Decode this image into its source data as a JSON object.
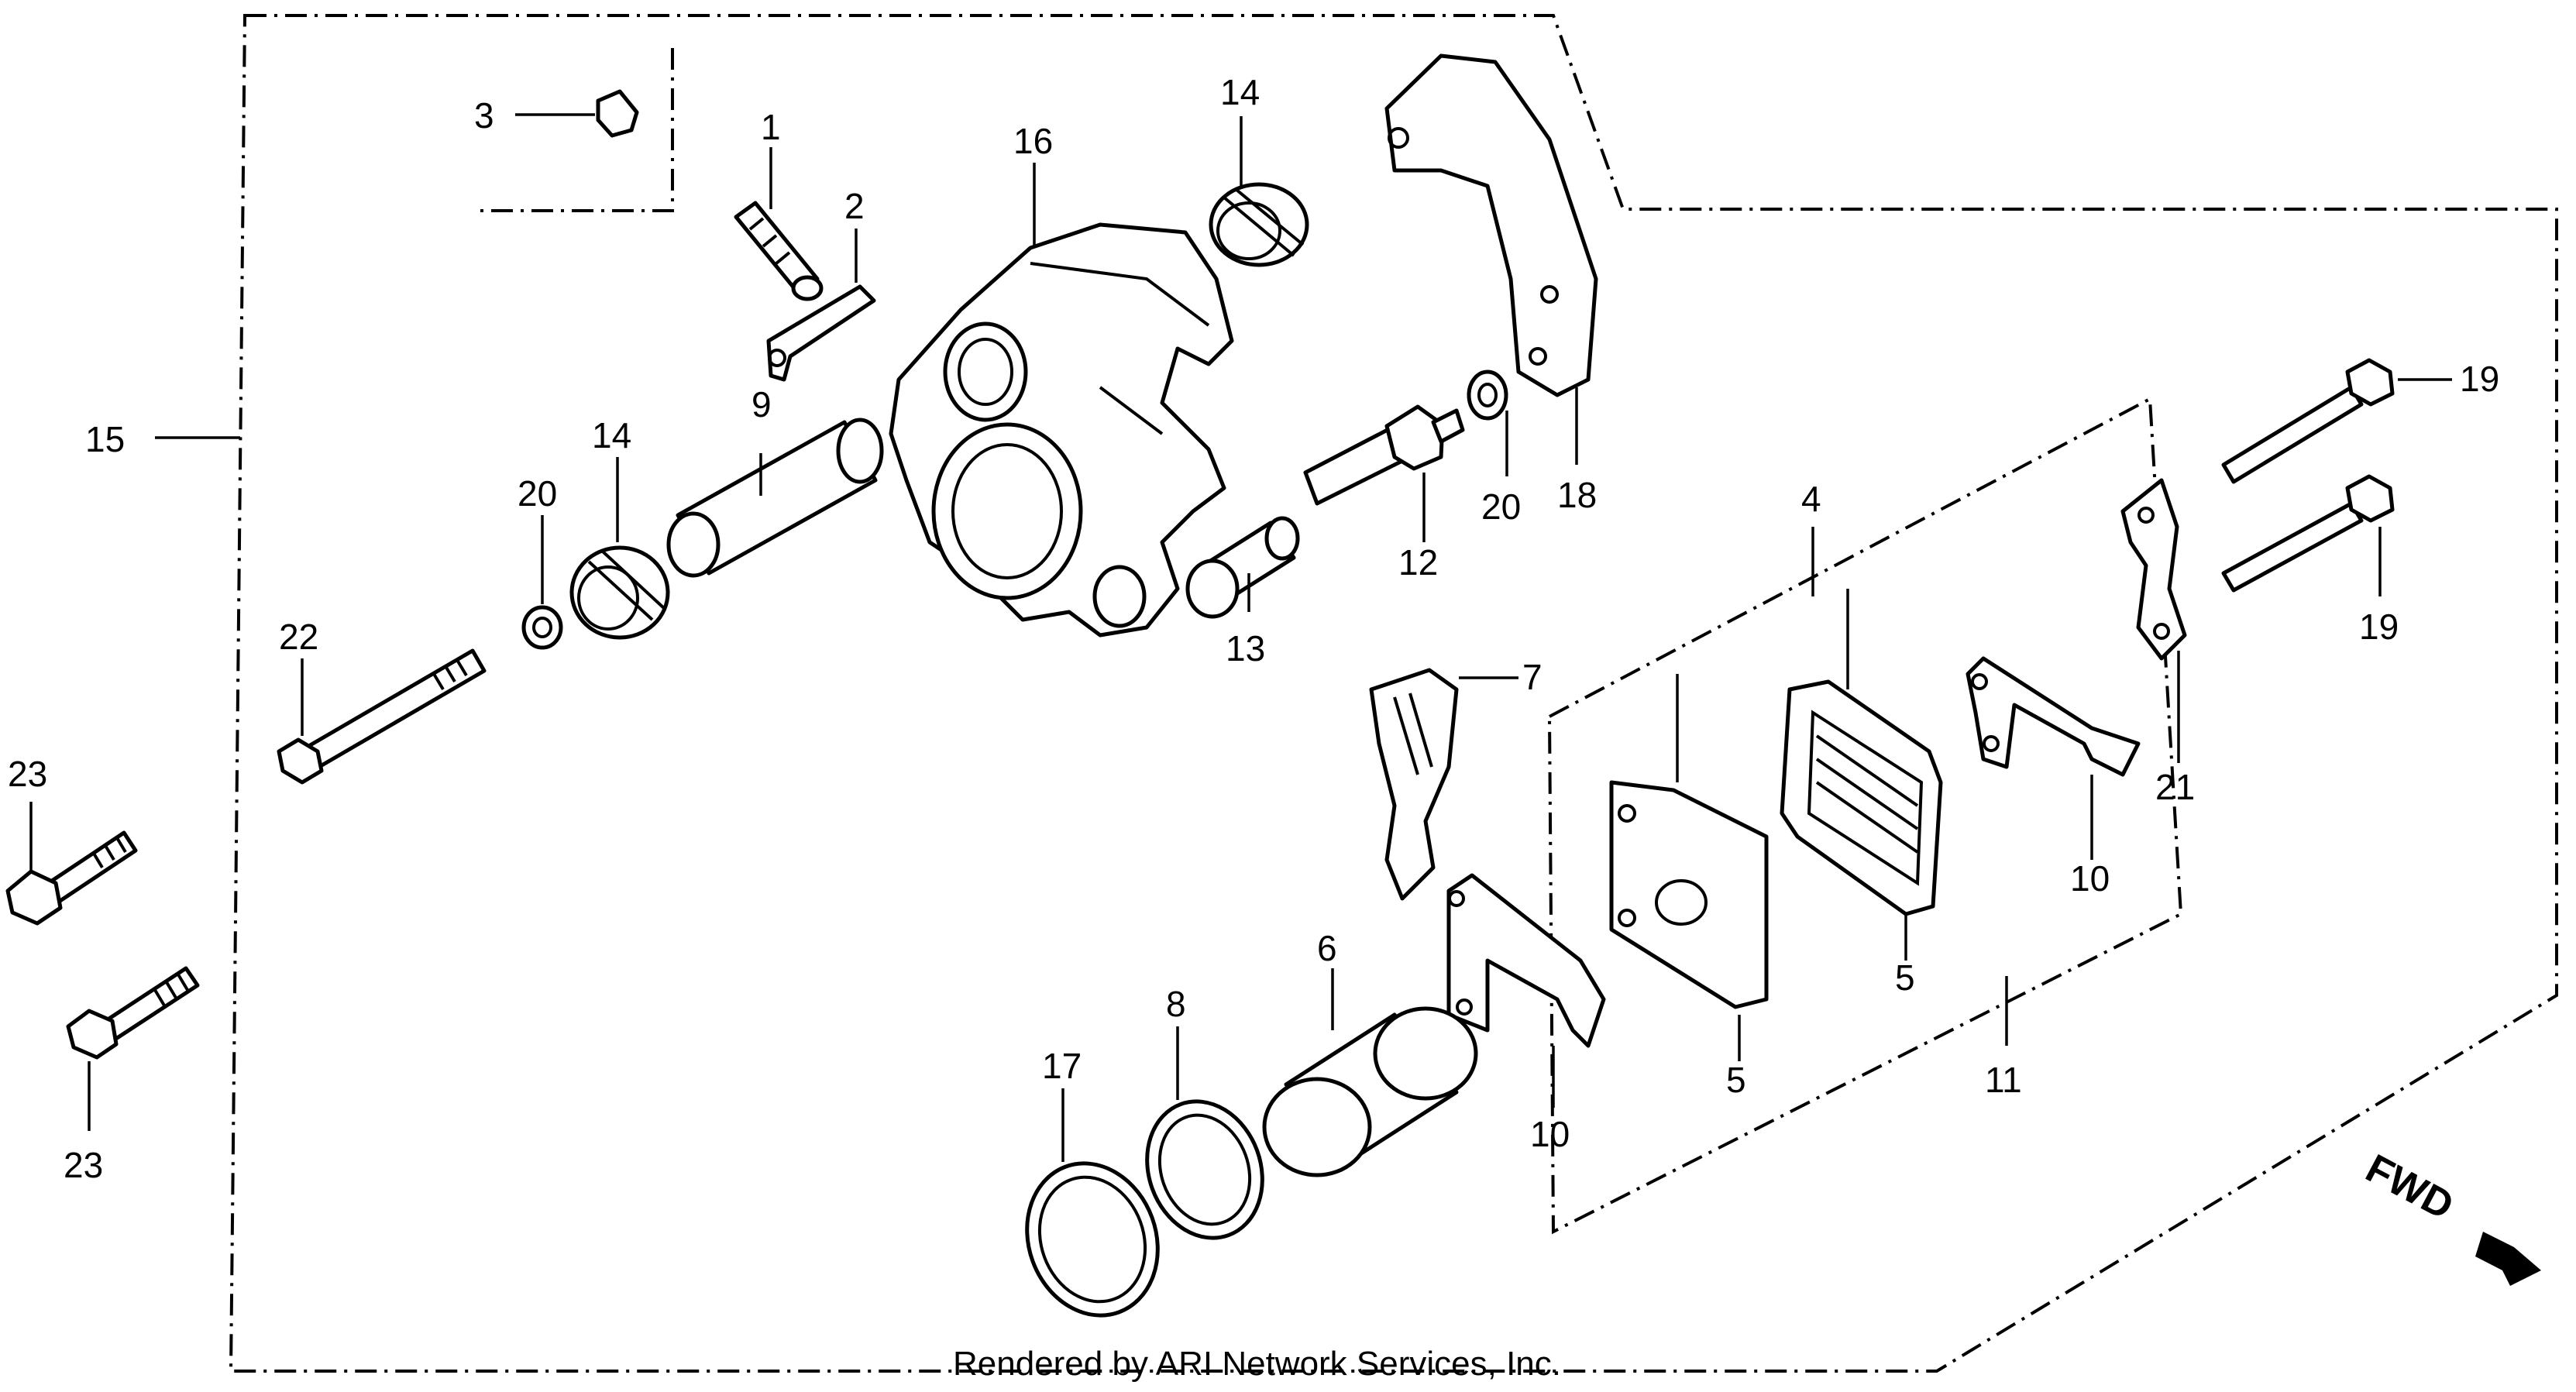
{
  "diagram": {
    "credit": "Rendered by ARI Network Services, Inc.",
    "direction_label": "FWD",
    "callouts": {
      "c1": "1",
      "c2": "2",
      "c3": "3",
      "c4": "4",
      "c5a": "5",
      "c5b": "5",
      "c6": "6",
      "c7": "7",
      "c8": "8",
      "c9": "9",
      "c10a": "10",
      "c10b": "10",
      "c11": "11",
      "c12": "12",
      "c13": "13",
      "c14a": "14",
      "c14b": "14",
      "c15": "15",
      "c16": "16",
      "c17": "17",
      "c18": "18",
      "c19a": "19",
      "c19b": "19",
      "c20a": "20",
      "c20b": "20",
      "c21": "21",
      "c22": "22",
      "c23a": "23",
      "c23b": "23"
    }
  }
}
